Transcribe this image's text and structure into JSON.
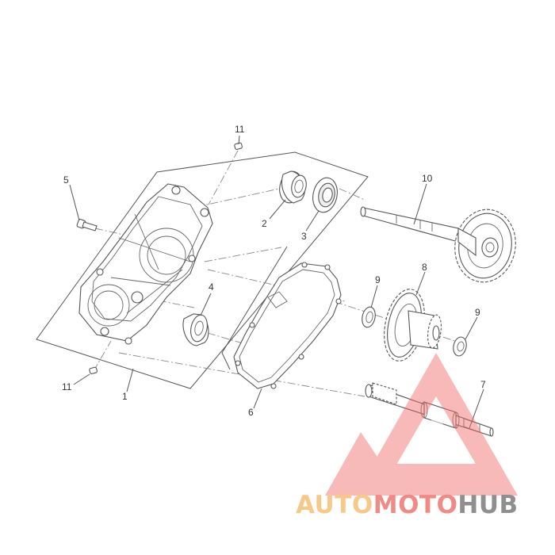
{
  "parts": [
    {
      "id": "11",
      "ref": "upper"
    },
    {
      "id": "5"
    },
    {
      "id": "10"
    },
    {
      "id": "2"
    },
    {
      "id": "3"
    },
    {
      "id": "8"
    },
    {
      "id": "9",
      "ref": "left"
    },
    {
      "id": "9",
      "ref": "right"
    },
    {
      "id": "4"
    },
    {
      "id": "11",
      "ref": "lower"
    },
    {
      "id": "1"
    },
    {
      "id": "6"
    },
    {
      "id": "7"
    }
  ],
  "watermark": {
    "brand_part1": "AUTO",
    "brand_part2": "MOTO",
    "brand_part3": "HUB",
    "colors": {
      "auto": "#f6c98a",
      "moto": "#f08a84",
      "hub": "#8f8f8f",
      "logo": "#ef6b66"
    }
  }
}
